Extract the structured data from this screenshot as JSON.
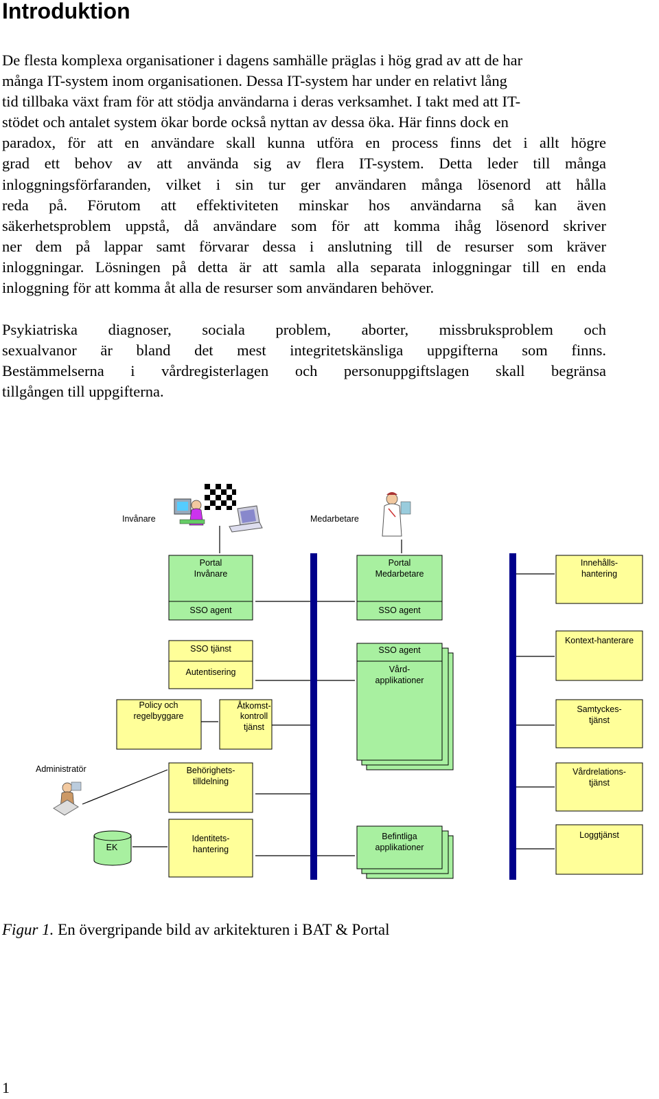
{
  "heading": "Introduktion",
  "paragraph1": [
    "De flesta komplexa organisationer i dagens samhälle präglas i hög grad av att de har",
    "många IT-system inom organisationen. Dessa IT-system har under en relativt lång",
    "tid tillbaka växt fram för att stödja användarna i deras verksamhet. I takt med att IT-",
    "stödet och antalet system ökar borde också nyttan av dessa öka. Här finns dock en",
    "paradox, för att en användare skall kunna utföra en process finns det i allt högre",
    "grad ett behov av att använda sig av flera IT-system. Detta leder till många",
    "inloggningsförfaranden, vilket i sin tur ger användaren många lösenord att hålla",
    "reda på. Förutom att effektiviteten minskar hos användarna så kan även",
    "säkerhetsproblem uppstå, då användare som för att komma ihåg lösenord skriver",
    "ner dem på lappar samt förvarar dessa i anslutning till de resurser som kräver",
    "inloggningar. Lösningen på detta är att samla alla separata inloggningar till en enda",
    "inloggning för att komma åt alla de resurser som användaren behöver."
  ],
  "paragraph2": [
    "Psykiatriska diagnoser, sociala problem, aborter, missbruksproblem och",
    "sexualvanor är bland det mest integritetskänsliga uppgifterna som finns.",
    "Bestämmelserna i vårdregisterlagen och personuppgiftslagen skall begränsa",
    "tillgången till uppgifterna."
  ],
  "diagram": {
    "actors": {
      "invanare": "Invånare",
      "medarbetare": "Medarbetare",
      "administrator": "Administratör"
    },
    "boxes": {
      "portal_invanare": [
        "Portal",
        "Invånare"
      ],
      "sso_agent_invanare": "SSO agent",
      "portal_medarbetare": [
        "Portal",
        "Medarbetare"
      ],
      "sso_agent_medarbetare": "SSO agent",
      "innehallshantering": [
        "Innehålls-",
        "hantering"
      ],
      "sso_tjanst": "SSO tjänst",
      "autentisering": "Autentisering",
      "sso_agent_vard": "SSO agent",
      "vardapplikationer": [
        "Vård-",
        "applikationer"
      ],
      "kontexthanterare": "Kontext-hanterare",
      "policy": [
        "Policy  och",
        "regelbyggare"
      ],
      "atkomstkontroll": [
        "Åtkomst-",
        "kontroll",
        "tjänst"
      ],
      "samtyckestjanst": [
        "Samtyckes-",
        "tjänst"
      ],
      "behorighetstilldelning": [
        "Behörighets-",
        "tilldelning"
      ],
      "vardrelationstjanst": [
        "Vårdrelations-",
        "tjänst"
      ],
      "ek": "EK",
      "identitetshantering": [
        "Identitets-",
        "hantering"
      ],
      "befintliga": [
        "Befintliga",
        "applikationer"
      ],
      "loggtjanst": "Loggtjänst"
    },
    "colors": {
      "green": "#a8f0a0",
      "yellow": "#ffff99",
      "bus": "#00008b"
    }
  },
  "caption": {
    "label": "Figur 1.",
    "text": " En övergripande bild av arkitekturen i BAT & Portal"
  },
  "page_number": "1"
}
